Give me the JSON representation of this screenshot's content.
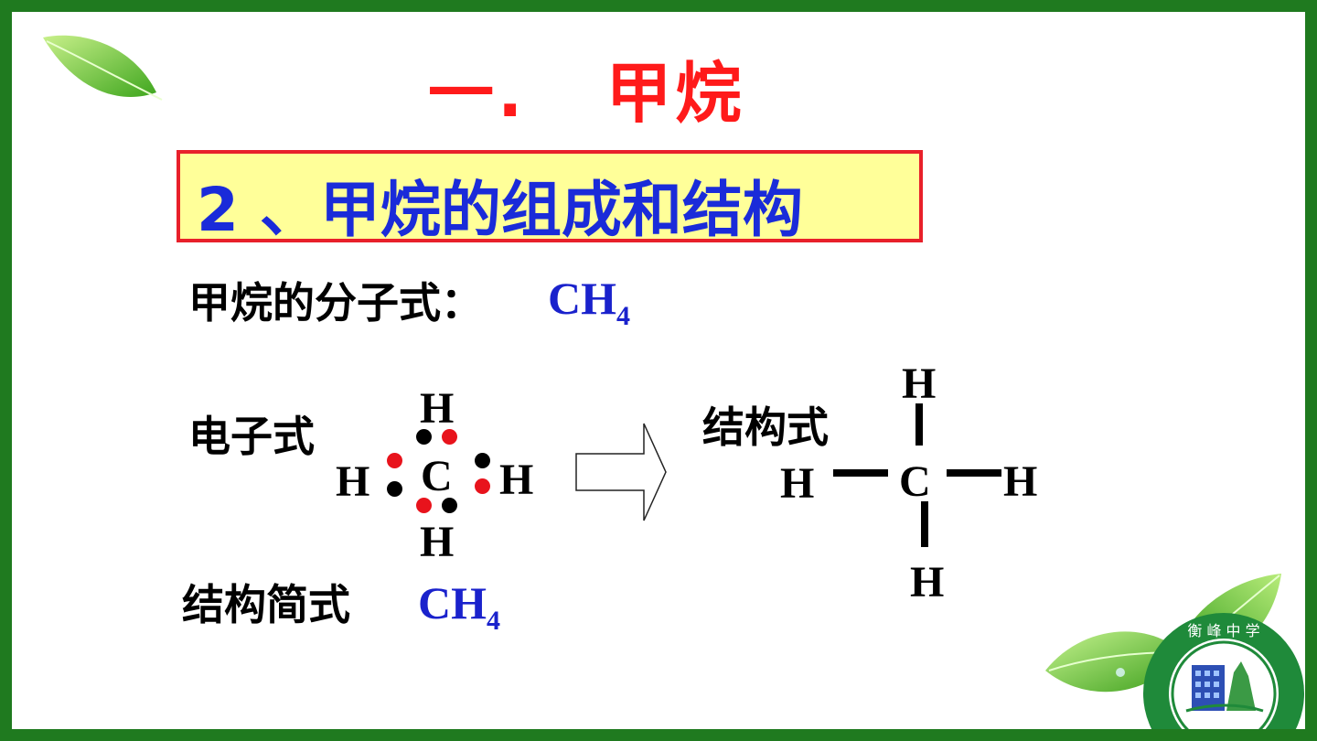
{
  "title": "一.   甲烷",
  "section_heading": "2 、甲烷的组成和结构",
  "molecular_formula": {
    "label": "甲烷的分子式：",
    "main": "CH",
    "sub": "4"
  },
  "electron_formula": {
    "label": "电子式",
    "center": "C",
    "h_top": "H",
    "h_bottom": "H",
    "h_left": "H",
    "h_right": "H"
  },
  "structural_formula": {
    "label": "结构式",
    "center": "C",
    "h_top": "H",
    "h_bottom": "H",
    "h_left": "H",
    "h_right": "H"
  },
  "condensed_formula": {
    "label": "结构简式",
    "main": "CH",
    "sub": "4"
  },
  "colors": {
    "border": "#1f7a1f",
    "title": "#ff1a1a",
    "heading_text": "#1a2bd9",
    "heading_bg": "#ffff99",
    "heading_border": "#e8202a",
    "formula": "#1a22cc",
    "electron_red": "#e8131c",
    "electron_black": "#000000"
  },
  "icons": [
    "leaf-icon",
    "arrow-right-icon",
    "school-logo-icon"
  ]
}
